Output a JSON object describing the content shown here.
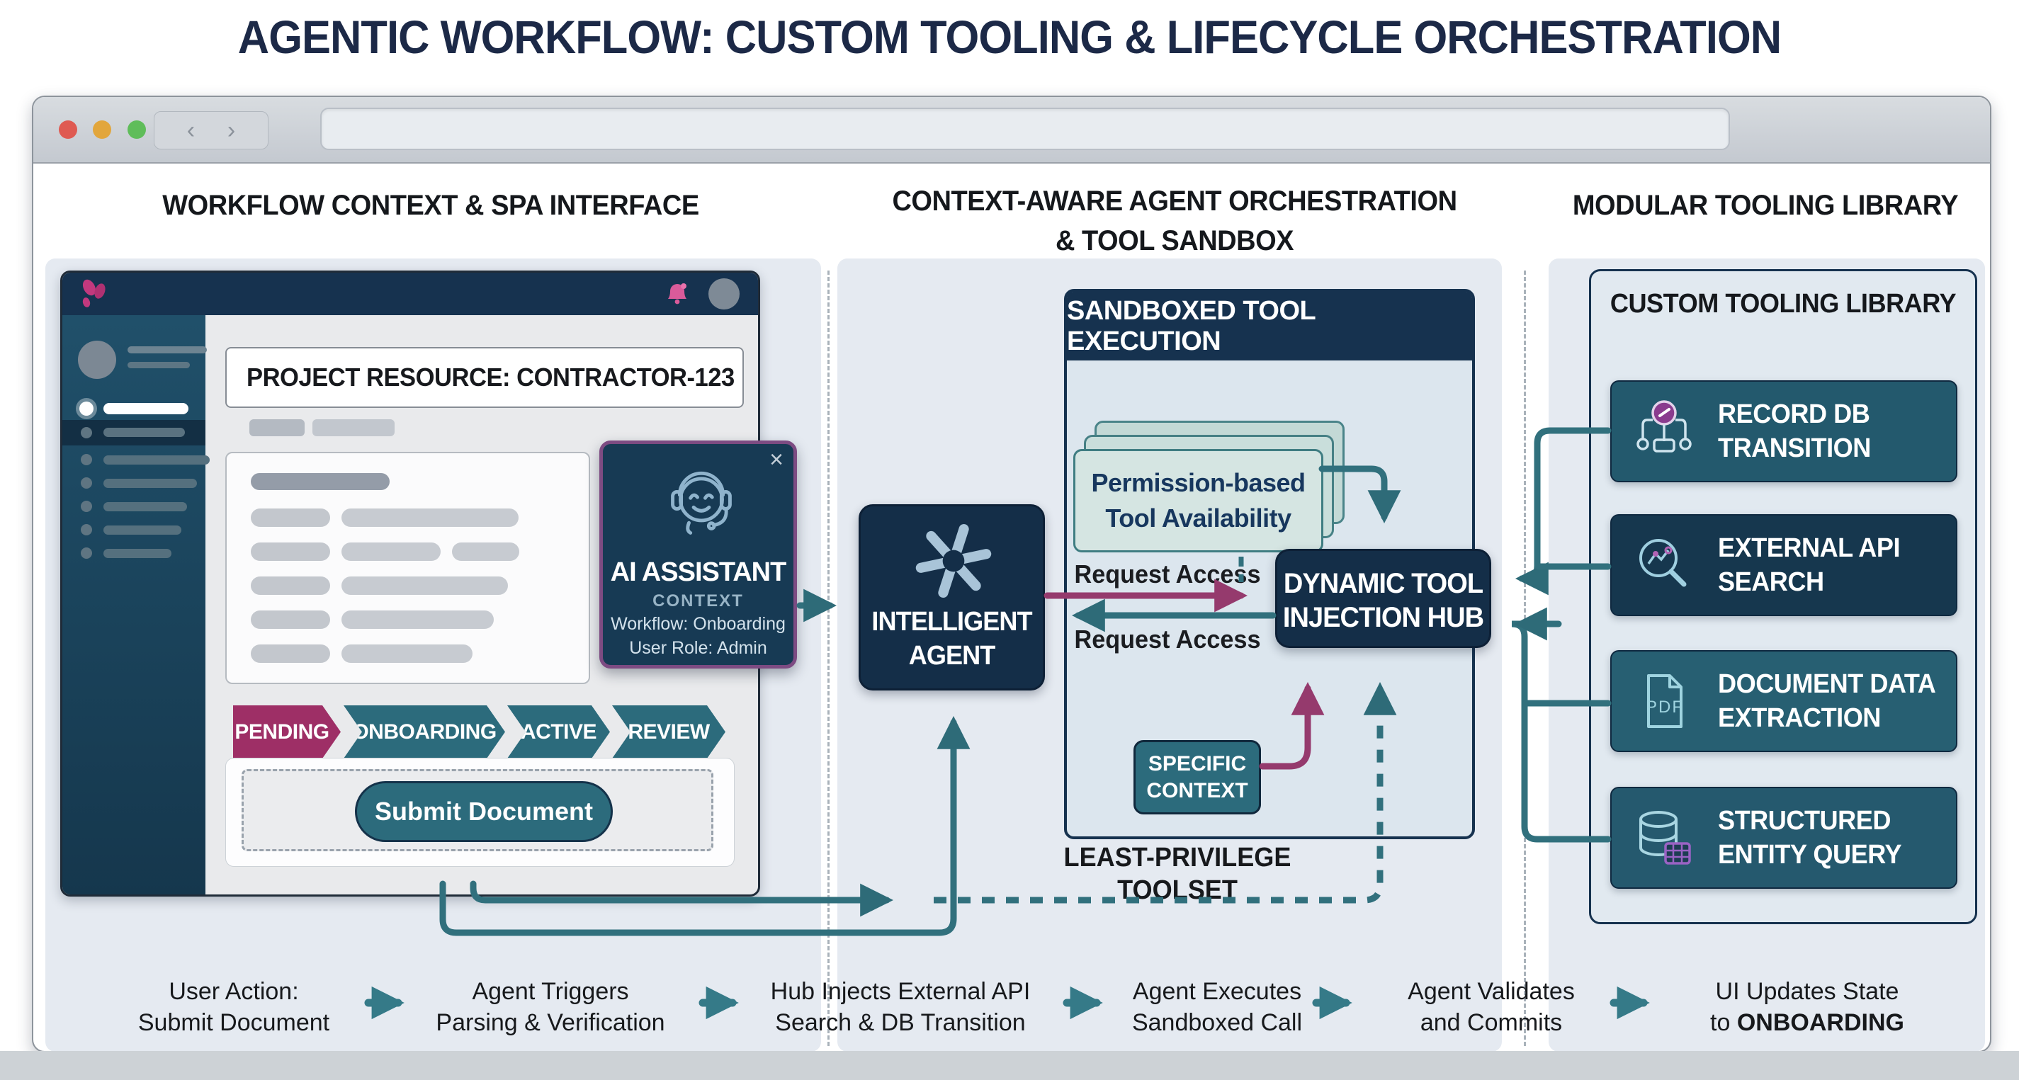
{
  "title": "AGENTIC WORKFLOW: CUSTOM TOOLING & LIFECYCLE ORCHESTRATION",
  "browser": {
    "url": ""
  },
  "panels": {
    "left": {
      "header": "WORKFLOW CONTEXT & SPA INTERFACE"
    },
    "middle": {
      "header_line1": "CONTEXT-AWARE AGENT ORCHESTRATION",
      "header_line2": "& TOOL SANDBOX"
    },
    "right": {
      "header": "MODULAR TOOLING LIBRARY"
    }
  },
  "spa": {
    "resource_title": "PROJECT RESOURCE: CONTRACTOR-123",
    "statuses": [
      {
        "label": "PENDING",
        "color": "#9e2f66"
      },
      {
        "label": "ONBOARDING",
        "color": "#2c6b7c"
      },
      {
        "label": "ACTIVE",
        "color": "#2c6b7c"
      },
      {
        "label": "REVIEW",
        "color": "#2c6b7c"
      }
    ],
    "submit_button": "Submit Document",
    "assistant": {
      "close": "×",
      "title": "AI ASSISTANT",
      "subtitle": "CONTEXT",
      "line1": "Workflow: Onboarding",
      "line2": "User Role: Admin"
    }
  },
  "agent": {
    "label_line1": "INTELLIGENT",
    "label_line2": "AGENT"
  },
  "sandbox": {
    "header": "SANDBOXED TOOL EXECUTION",
    "permission_card_line1": "Permission-based",
    "permission_card_line2": "Tool Availability",
    "request_access_top": "Request Access",
    "request_access_bottom": "Request Access",
    "specific_context_line1": "SPECIFIC",
    "specific_context_line2": "CONTEXT",
    "least_privilege_line1": "LEAST-PRIVILEGE",
    "least_privilege_line2": "TOOLSET"
  },
  "hub": {
    "label_line1": "DYNAMIC TOOL",
    "label_line2": "INJECTION HUB"
  },
  "library": {
    "box_title": "CUSTOM TOOLING LIBRARY",
    "tools": [
      {
        "line1": "RECORD DB",
        "line2": "TRANSITION",
        "icon": "state-transition-icon",
        "color": "#23596d"
      },
      {
        "line1": "EXTERNAL API",
        "line2": "SEARCH",
        "icon": "api-search-icon",
        "color": "#16374e"
      },
      {
        "line1": "DOCUMENT DATA",
        "line2": "EXTRACTION",
        "icon": "pdf-document-icon",
        "color": "#275f72"
      },
      {
        "line1": "STRUCTURED",
        "line2": "ENTITY QUERY",
        "icon": "database-query-icon",
        "color": "#25596e"
      }
    ]
  },
  "flow": {
    "steps": [
      {
        "line1": "User Action:",
        "line2": "Submit Document"
      },
      {
        "line1": "Agent Triggers",
        "line2": "Parsing & Verification"
      },
      {
        "line1": "Hub Injects External API",
        "line2": "Search & DB Transition"
      },
      {
        "line1": "Agent Executes",
        "line2": "Sandboxed Call"
      },
      {
        "line1": "Agent Validates",
        "line2": "and Commits"
      },
      {
        "line1": "UI Updates State",
        "line2_prefix": "to ",
        "line2_bold": "ONBOARDING"
      }
    ]
  },
  "colors": {
    "title_text": "#1c2947",
    "navy_box": "#142e48",
    "spa_topbar": "#16324f",
    "teal_accent": "#2c6b7c",
    "teal_line": "#31707d",
    "magenta_accent": "#9e2f66",
    "magenta_line": "#953a6d",
    "purple_border": "#7d4b82",
    "panel_bg": "#e5eaf1",
    "permission_card_bg": "#d5e5e2",
    "traffic_red": "#df5a52",
    "traffic_yellow": "#e2a63c",
    "traffic_green": "#5fbd5a"
  }
}
